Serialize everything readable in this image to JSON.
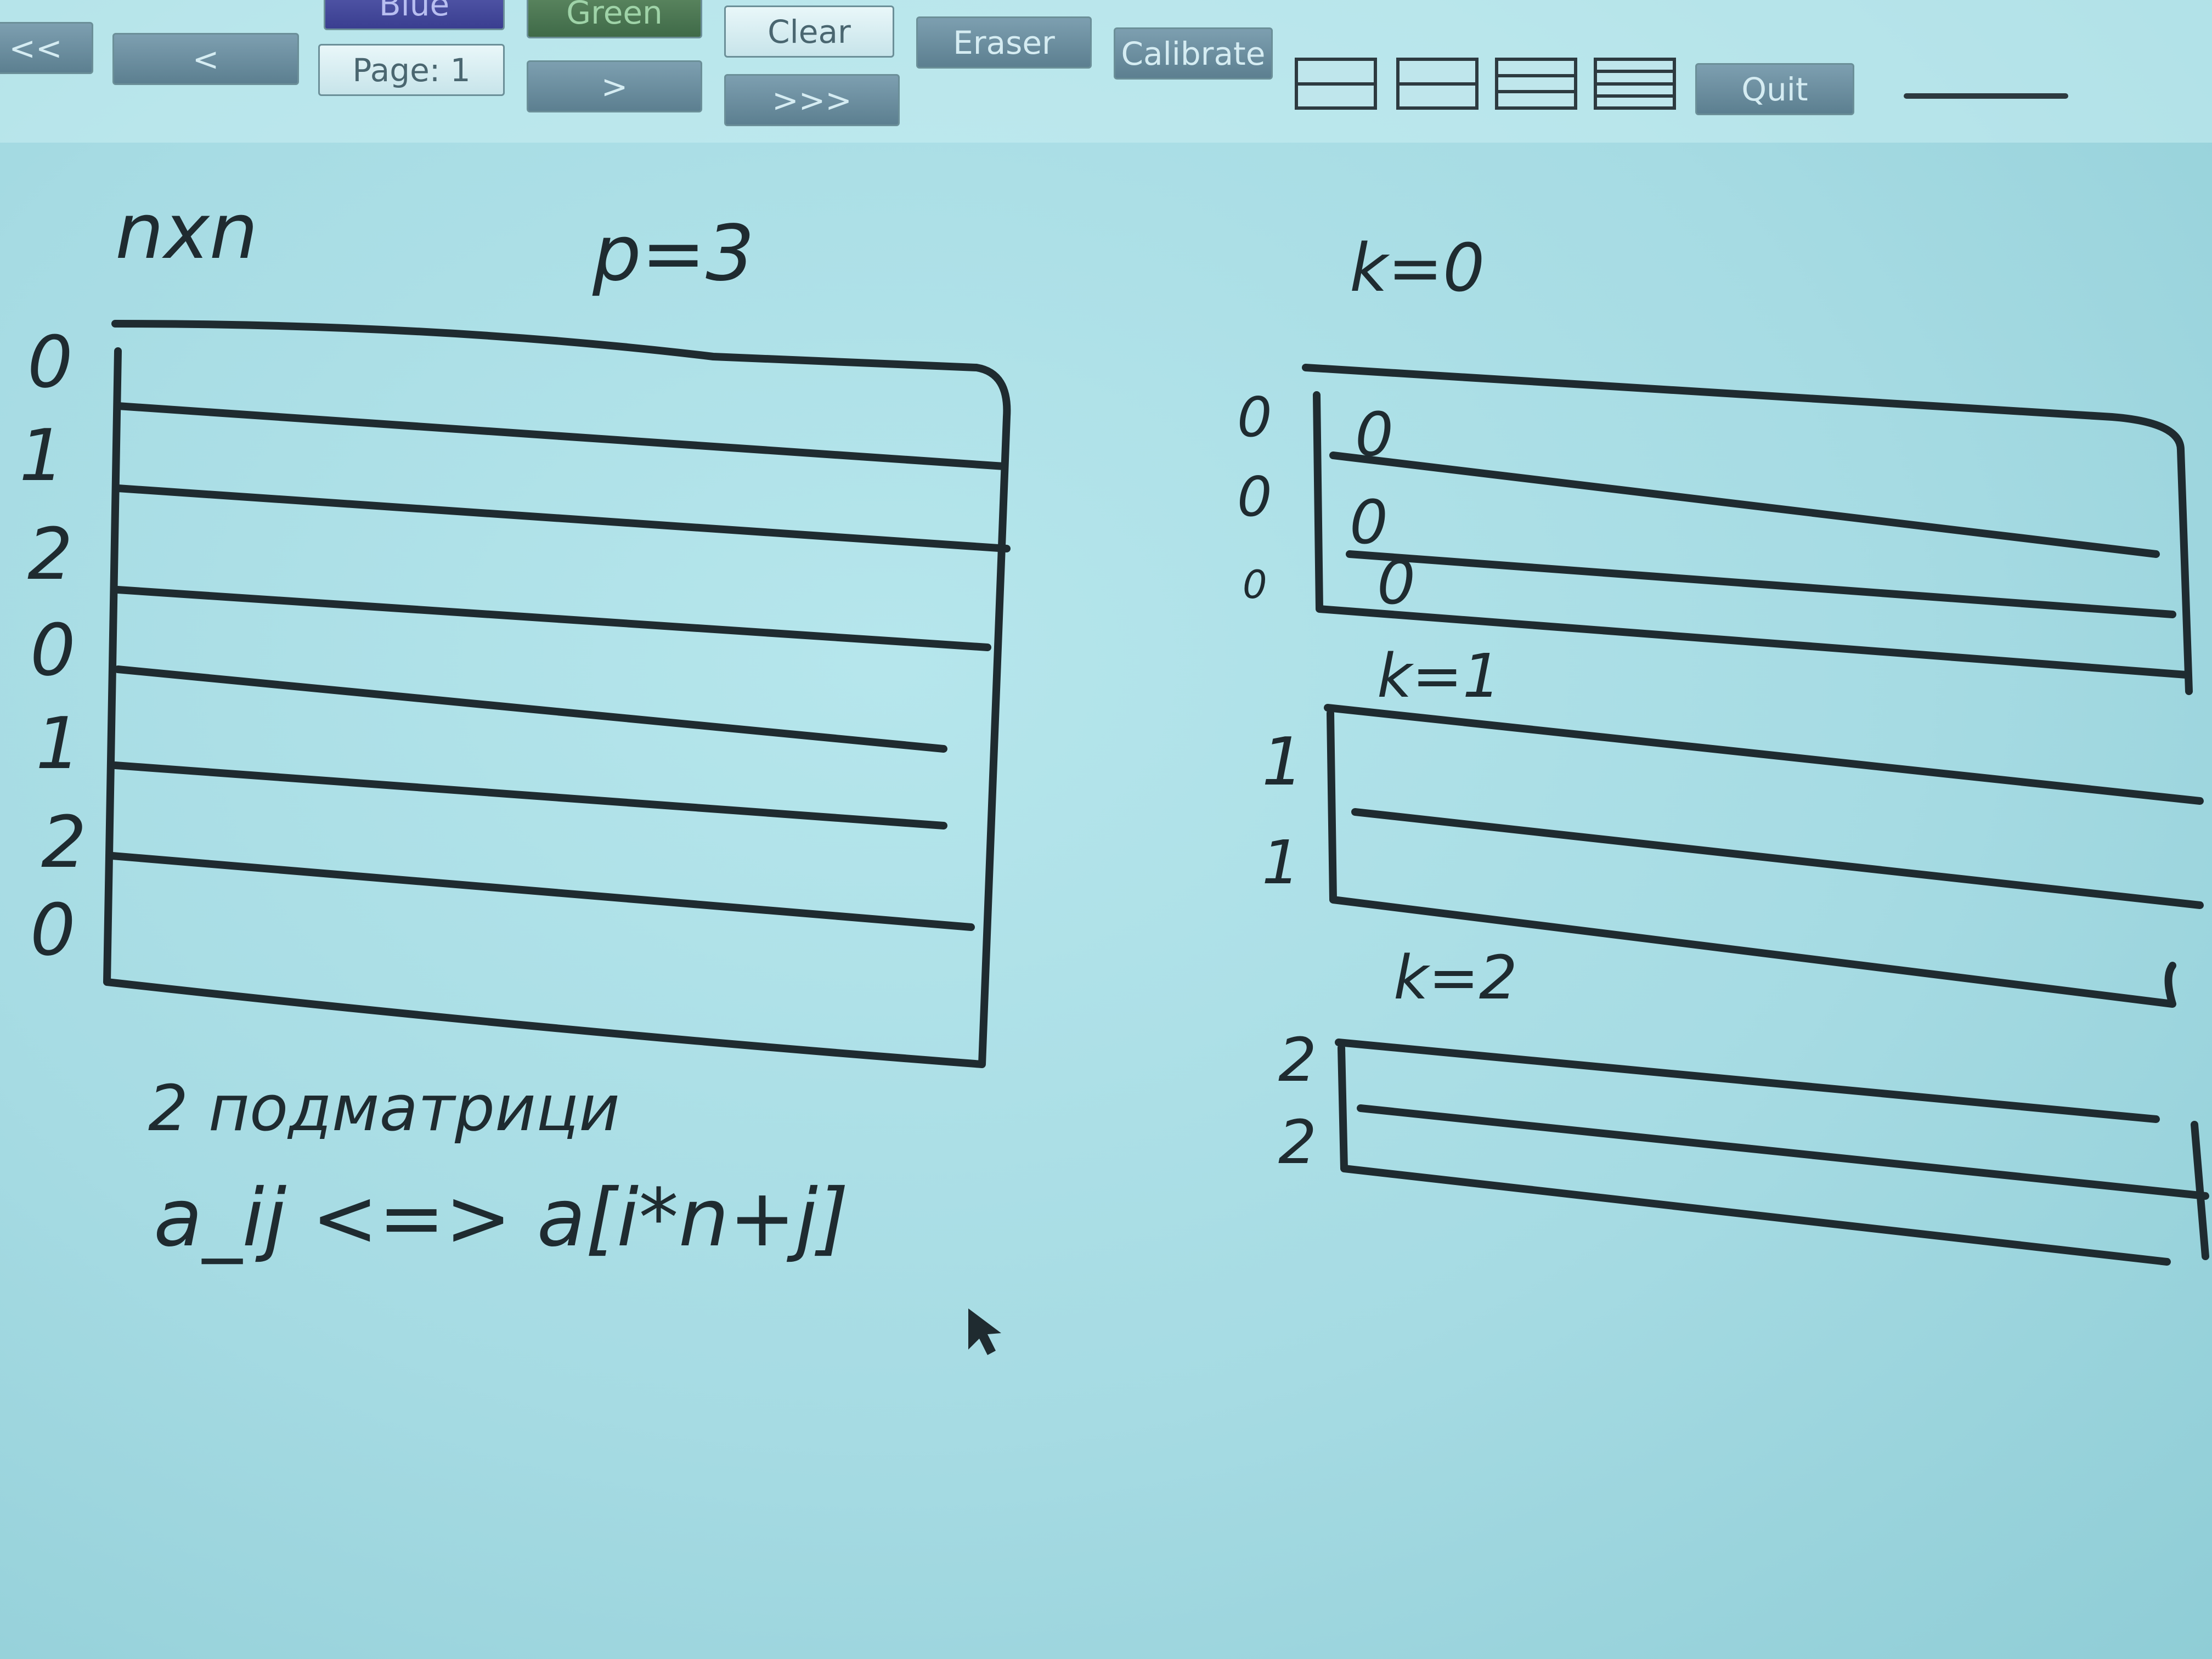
{
  "toolbar": {
    "row1": {
      "blue_label": "Blue",
      "green_label": "Green",
      "clear_label": "Clear",
      "eraser_label": "Eraser",
      "calibrate_label": "Calibrate",
      "quit_label": "Quit"
    },
    "row2": {
      "first_label": "<<",
      "prev_label": "<",
      "page_label": "Page: 1",
      "next_label": ">",
      "last_label": ">>>"
    },
    "layout_options": [
      "one-line-layout-icon",
      "two-line-layout-icon",
      "three-line-layout-icon",
      "four-line-layout-icon"
    ]
  },
  "whiteboard": {
    "left": {
      "title": "nxn",
      "p_label": "p=3",
      "row_labels": [
        "0",
        "1",
        "2",
        "0",
        "1",
        "2",
        "0"
      ],
      "caption": "2 подматрици",
      "formula": "a_ij <=> a[i*n+j]"
    },
    "right": {
      "k0_label": "k=0",
      "k0_outer": [
        "0",
        "0",
        "0"
      ],
      "k0_inner": [
        "0",
        "0",
        "0"
      ],
      "k1_label": "k=1",
      "k1_rows": [
        "1",
        "1"
      ],
      "k2_label": "k=2",
      "k2_rows": [
        "2",
        "2"
      ]
    }
  },
  "colors": {
    "screen_bg": "#a9dde4",
    "ink": "#1f2b30",
    "button_dark": "#6f9aa8",
    "button_light": "#e9f7f9",
    "green_button": "#3f6a48",
    "blue_button": "#3a3e90"
  }
}
